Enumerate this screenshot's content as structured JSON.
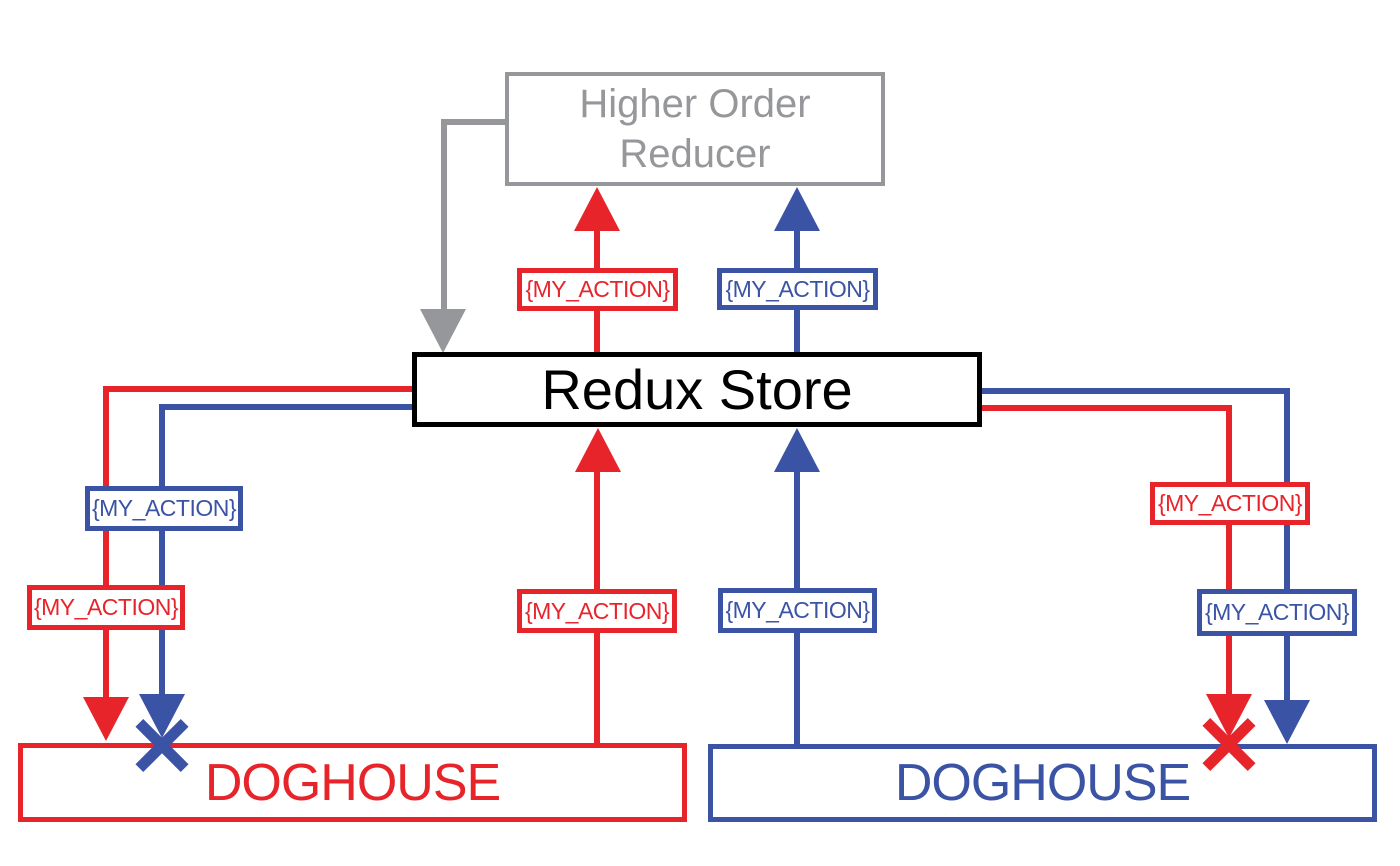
{
  "colors": {
    "red": "#E8242B",
    "blue": "#3A53A5",
    "gray": "#96979A",
    "black": "#000000"
  },
  "nodes": {
    "higher_order_reducer": "Higher Order Reducer",
    "redux_store": "Redux Store",
    "doghouse_left": "DOGHOUSE",
    "doghouse_right": "DOGHOUSE"
  },
  "action_labels": [
    {
      "id": "top-red",
      "text": "{MY_ACTION}",
      "color": "red"
    },
    {
      "id": "top-blue",
      "text": "{MY_ACTION}",
      "color": "blue"
    },
    {
      "id": "left-upper-blue",
      "text": "{MY_ACTION}",
      "color": "blue"
    },
    {
      "id": "left-lower-red",
      "text": "{MY_ACTION}",
      "color": "red"
    },
    {
      "id": "mid-red",
      "text": "{MY_ACTION}",
      "color": "red"
    },
    {
      "id": "mid-blue",
      "text": "{MY_ACTION}",
      "color": "blue"
    },
    {
      "id": "right-upper-red",
      "text": "{MY_ACTION}",
      "color": "red"
    },
    {
      "id": "right-lower-blue",
      "text": "{MY_ACTION}",
      "color": "blue"
    }
  ]
}
